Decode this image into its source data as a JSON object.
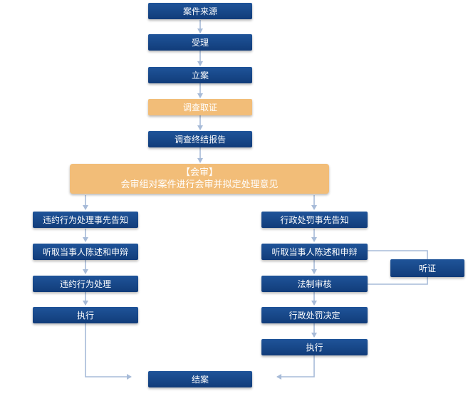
{
  "colors": {
    "box_dark": "#17478b",
    "box_orange": "#f2bd78",
    "arrow": "#a7bbd8",
    "text": "#ffffff"
  },
  "nodes": {
    "case_source": "案件来源",
    "acceptance": "受理",
    "filing": "立案",
    "investigation": "调查取证",
    "investigation_report": "调查终结报告",
    "joint_review_title": "【会审】",
    "joint_review_text": "会审组对案件进行会审并拟定处理意见",
    "left_prior_notice": "违约行为处理事先告知",
    "left_hearing_statement": "听取当事人陈述和申辩",
    "left_handling": "违约行为处理",
    "left_execution": "执行",
    "right_prior_notice": "行政处罚事先告知",
    "right_hearing_statement": "听取当事人陈述和申辩",
    "right_legal_review": "法制审核",
    "right_decision": "行政处罚决定",
    "right_execution": "执行",
    "hearing": "听证",
    "case_closed": "结案"
  }
}
